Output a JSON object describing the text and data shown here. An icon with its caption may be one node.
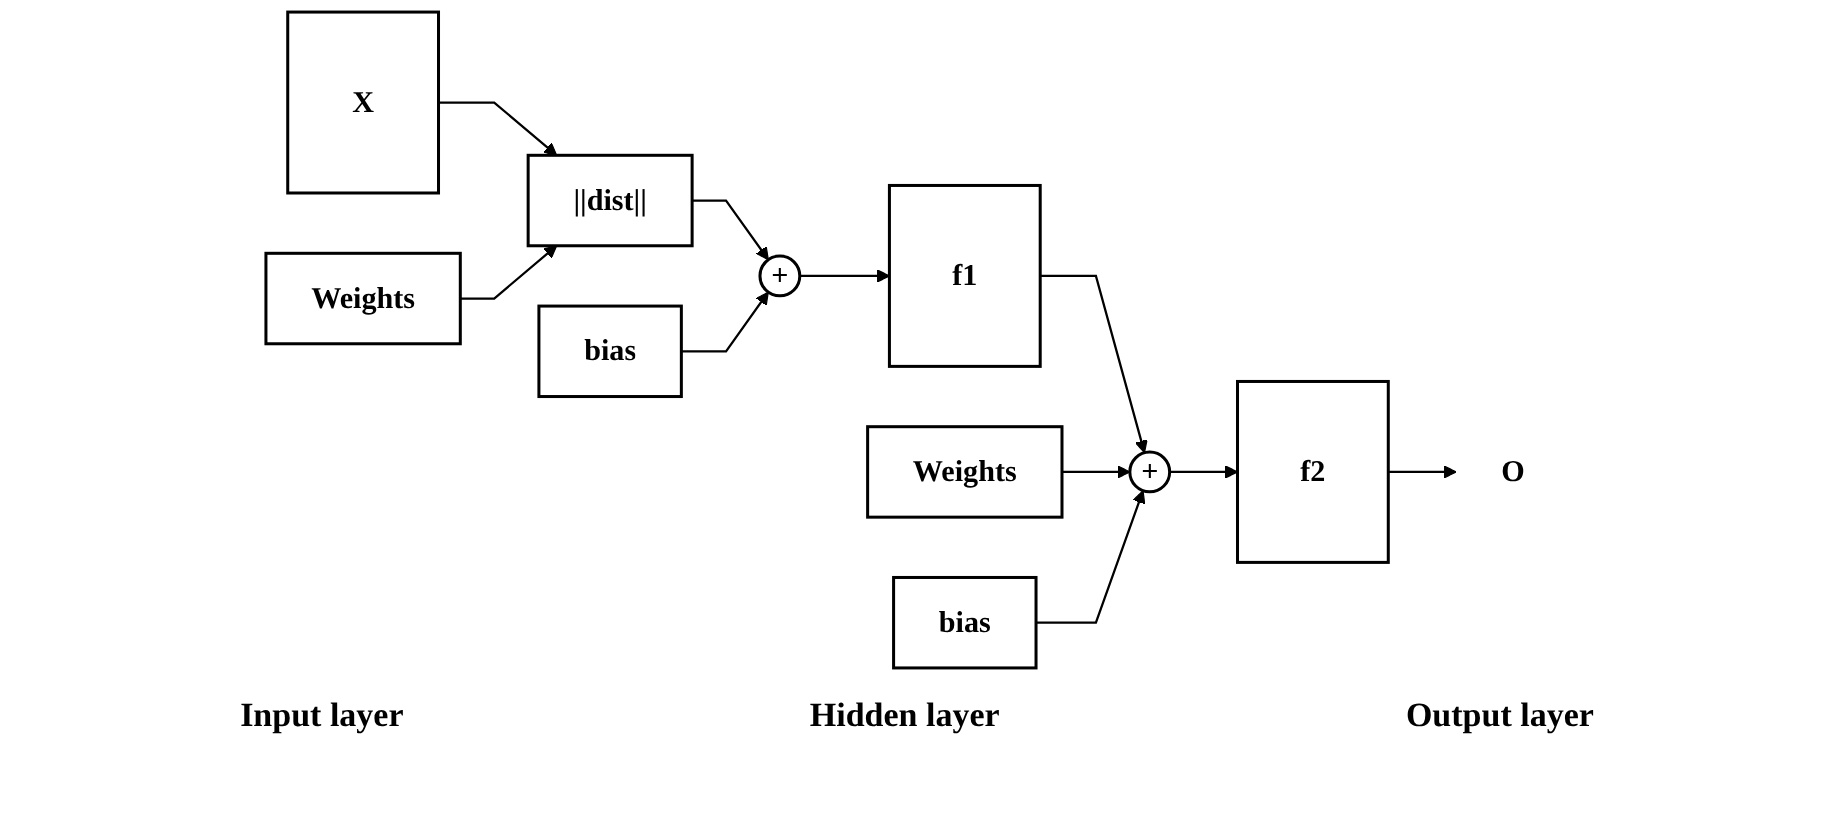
{
  "diagram": {
    "nodes": [
      {
        "text": [
          "X"
        ]
      },
      {
        "text": [
          "||dist||"
        ]
      },
      {
        "text": [
          "Weights"
        ]
      },
      {
        "text": [
          "+"
        ]
      },
      {
        "text": [
          "bias"
        ]
      },
      {
        "text": [
          "f1"
        ]
      },
      {
        "text": [
          "Weights"
        ]
      },
      {
        "text": [
          "+"
        ]
      },
      {
        "text": [
          "bias"
        ]
      },
      {
        "text": [
          "f2"
        ]
      },
      {
        "text": [
          "O"
        ]
      }
    ],
    "edges": [
      {
        "from": 0,
        "to": 1,
        "arrow": "to"
      },
      {
        "from": 2,
        "to": 1,
        "arrow": "to"
      },
      {
        "from": 1,
        "to": 3,
        "arrow": "to"
      },
      {
        "from": 4,
        "to": 3,
        "arrow": "to"
      },
      {
        "from": 3,
        "to": 5,
        "arrow": "to"
      },
      {
        "from": 5,
        "to": 7,
        "arrow": "to"
      },
      {
        "from": 6,
        "to": 7,
        "arrow": "to"
      },
      {
        "from": 8,
        "to": 7,
        "arrow": "to"
      },
      {
        "from": 7,
        "to": 9,
        "arrow": "to"
      },
      {
        "from": 9,
        "to": 10,
        "arrow": "to"
      }
    ],
    "labels": [
      "Input layer",
      "Hidden layer",
      "Output layer"
    ]
  }
}
